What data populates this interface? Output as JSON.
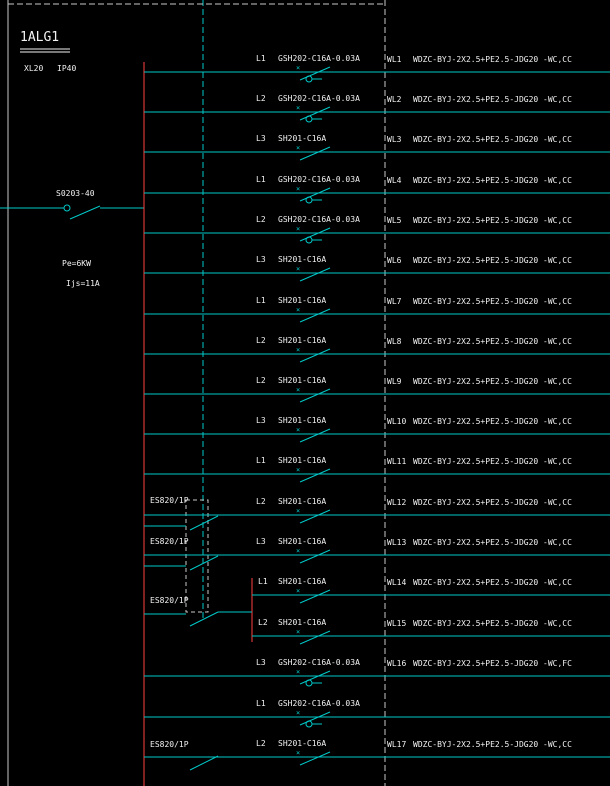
{
  "panel": {
    "name": "1ALG1",
    "enclosure": "XL20",
    "protection": "IP40",
    "main_breaker": "S0203-40",
    "pe": "Pe=6KW",
    "ijs": "Ijs=11A"
  },
  "branch_breaker": "ES820/1P",
  "circuits": [
    {
      "phase": "L1",
      "breaker": "GSH202-C16A-0.03A",
      "circuit": "WL1",
      "cable": "WDZC-BYJ-2X2.5+PE2.5-JDG20 -WC,CC"
    },
    {
      "phase": "L2",
      "breaker": "GSH202-C16A-0.03A",
      "circuit": "WL2",
      "cable": "WDZC-BYJ-2X2.5+PE2.5-JDG20 -WC,CC"
    },
    {
      "phase": "L3",
      "breaker": "SH201-C16A",
      "circuit": "WL3",
      "cable": "WDZC-BYJ-2X2.5+PE2.5-JDG20 -WC,CC"
    },
    {
      "phase": "L1",
      "breaker": "GSH202-C16A-0.03A",
      "circuit": "WL4",
      "cable": "WDZC-BYJ-2X2.5+PE2.5-JDG20 -WC,CC"
    },
    {
      "phase": "L2",
      "breaker": "GSH202-C16A-0.03A",
      "circuit": "WL5",
      "cable": "WDZC-BYJ-2X2.5+PE2.5-JDG20 -WC,CC"
    },
    {
      "phase": "L3",
      "breaker": "SH201-C16A",
      "circuit": "WL6",
      "cable": "WDZC-BYJ-2X2.5+PE2.5-JDG20 -WC,CC"
    },
    {
      "phase": "L1",
      "breaker": "SH201-C16A",
      "circuit": "WL7",
      "cable": "WDZC-BYJ-2X2.5+PE2.5-JDG20 -WC,CC"
    },
    {
      "phase": "L2",
      "breaker": "SH201-C16A",
      "circuit": "WL8",
      "cable": "WDZC-BYJ-2X2.5+PE2.5-JDG20 -WC,CC"
    },
    {
      "phase": "L2",
      "breaker": "SH201-C16A",
      "circuit": "WL9",
      "cable": "WDZC-BYJ-2X2.5+PE2.5-JDG20 -WC,CC"
    },
    {
      "phase": "L3",
      "breaker": "SH201-C16A",
      "circuit": "WL10",
      "cable": "WDZC-BYJ-2X2.5+PE2.5-JDG20 -WC,CC"
    },
    {
      "phase": "L1",
      "breaker": "SH201-C16A",
      "circuit": "WL11",
      "cable": "WDZC-BYJ-2X2.5+PE2.5-JDG20 -WC,CC"
    },
    {
      "phase": "L2",
      "breaker": "SH201-C16A",
      "circuit": "WL12",
      "cable": "WDZC-BYJ-2X2.5+PE2.5-JDG20 -WC,CC"
    },
    {
      "phase": "L3",
      "breaker": "SH201-C16A",
      "circuit": "WL13",
      "cable": "WDZC-BYJ-2X2.5+PE2.5-JDG20 -WC,CC"
    },
    {
      "phase": "L1",
      "breaker": "SH201-C16A",
      "circuit": "WL14",
      "cable": "WDZC-BYJ-2X2.5+PE2.5-JDG20 -WC,CC"
    },
    {
      "phase": "L2",
      "breaker": "SH201-C16A",
      "circuit": "WL15",
      "cable": "WDZC-BYJ-2X2.5+PE2.5-JDG20 -WC,CC"
    },
    {
      "phase": "L3",
      "breaker": "GSH202-C16A-0.03A",
      "circuit": "WL16",
      "cable": "WDZC-BYJ-2X2.5+PE2.5-JDG20 -WC,FC"
    },
    {
      "phase": "L1",
      "breaker": "GSH202-C16A-0.03A",
      "circuit": "",
      "cable": ""
    },
    {
      "phase": "L2",
      "breaker": "SH201-C16A",
      "circuit": "WL17",
      "cable": "WDZC-BYJ-2X2.5+PE2.5-JDG20 -WC,CC"
    }
  ],
  "colors": {
    "bus": "#ff4040",
    "feeder": "#00c8c8",
    "dashed": "#c8c8c8",
    "text": "#f2f2f2",
    "label": "#f0e68c"
  }
}
